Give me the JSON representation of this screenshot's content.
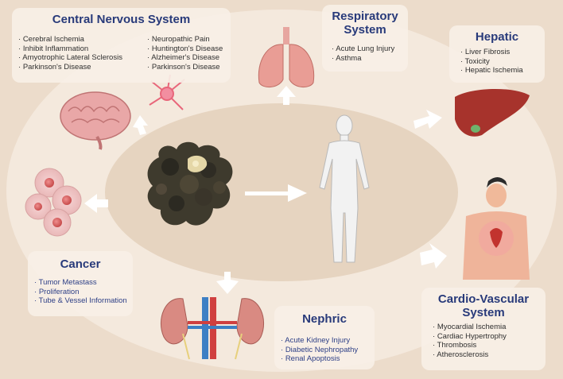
{
  "central_nervous_system": {
    "title": "Central Nervous System",
    "items_left": [
      "Cerebral Ischemia",
      "Inhibit Inflammation",
      "Amyotrophic Lateral Sclerosis",
      "Parkinson's Disease"
    ],
    "items_right": [
      "Neuropathic Pain",
      "Huntington's Disease",
      "Alzheimer's Disease",
      "Parkinson's Disease"
    ]
  },
  "respiratory_system": {
    "title_line1": "Respiratory",
    "title_line2": "System",
    "items": [
      "Acute Lung Injury",
      "Asthma"
    ]
  },
  "hepatic": {
    "title": "Hepatic",
    "items": [
      "Liver Fibrosis",
      "Toxicity",
      "Hepatic Ischemia"
    ]
  },
  "cancer": {
    "title": "Cancer",
    "items": [
      "Tumor Metastass",
      "Proliferation",
      "Tube & Vessel Information"
    ]
  },
  "nephric": {
    "title": "Nephric",
    "items": [
      "Acute Kidney Injury",
      "Diabetic Nephropathy",
      "Renal Apoptosis"
    ]
  },
  "cardio_vascular_system": {
    "title_line1": "Cardio-Vascular",
    "title_line2": "System",
    "items": [
      "Myocardial Ischemia",
      "Cardiac Hypertrophy",
      "Thrombosis",
      "Atherosclerosis"
    ]
  },
  "colors": {
    "background": "#ecdccb",
    "outer_ring": "#f3e8dc",
    "inner_ellipse": "#e7d5c1",
    "title_blue": "#283a7a",
    "item_blue": "#2d3f86"
  }
}
